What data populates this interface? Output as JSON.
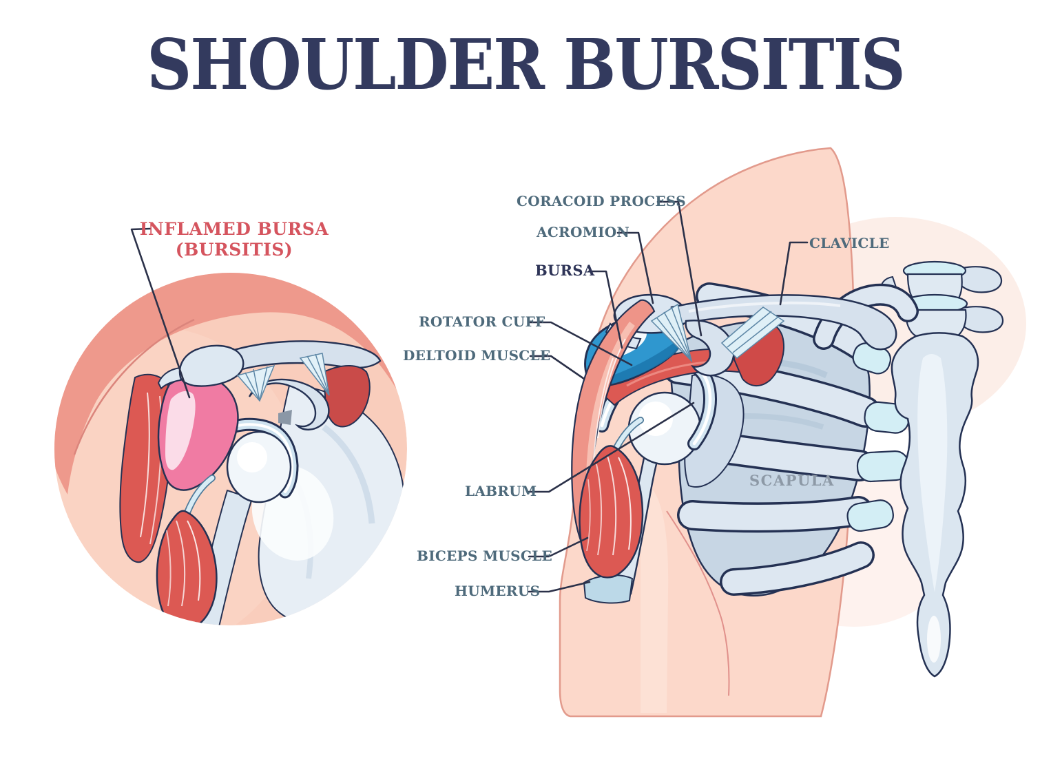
{
  "title": "SHOULDER BURSITIS",
  "legend": {
    "inflamed_line1": "INFLAMED BURSA",
    "inflamed_line2": "(BURSITIS)"
  },
  "labels": {
    "coracoid_process": "CORACOID PROCESS",
    "acromion": "ACROMION",
    "bursa": "BURSA",
    "rotator_cuff": "ROTATOR CUFF",
    "deltoid_muscle": "DELTOID MUSCLE",
    "clavicle": "CLAVICLE",
    "labrum": "LABRUM",
    "biceps_muscle": "BICEPS MUSCLE",
    "humerus": "HUMERUS",
    "scapula": "SCAPULA"
  },
  "colors": {
    "title_navy": "#333a5e",
    "label_slate": "#4e6a7b",
    "label_navy": "#2e3457",
    "label_red": "#d5545e",
    "label_gray": "#8d99a6",
    "leader_line": "#2b3149",
    "skin_peach": "#f9cdbc",
    "skin_peach_light": "#fcd8ca",
    "band_salmon": "#ee998c",
    "muscle_red": "#dc5953",
    "deltoid_salmon": "#ee9488",
    "inflamed_bursa_pink": "#f07ba3",
    "healthy_bursa_blue": "#2f97cf",
    "bone_light": "#dde7f1",
    "bone_shade": "#c9d7e5",
    "cartilage_cyan": "#d3eef5",
    "outline_navy": "#243153"
  }
}
